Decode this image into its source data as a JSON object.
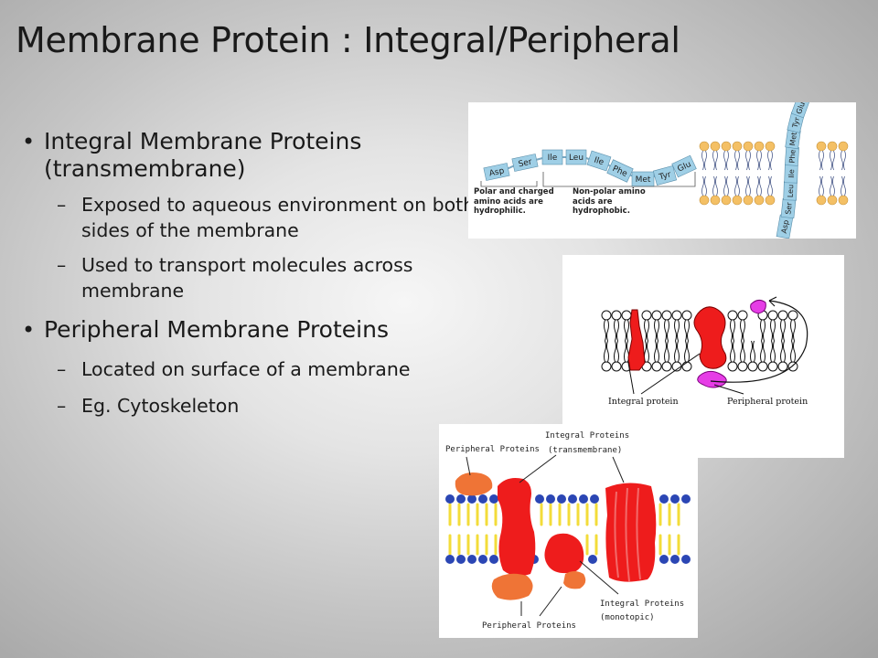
{
  "slide": {
    "title": "Membrane Protein : Integral/Peripheral",
    "bullets": {
      "integral": {
        "text": "Integral Membrane Proteins (transmembrane)",
        "sub": [
          "Exposed to aqueous environment on both sides of the membrane",
          "Used to transport molecules across membrane"
        ]
      },
      "peripheral": {
        "text": "Peripheral Membrane Proteins",
        "sub": [
          "Located on surface of a membrane",
          "Eg. Cytoskeleton"
        ]
      }
    },
    "bullet_marks": {
      "main": "•",
      "sub": "–"
    }
  },
  "figure1": {
    "chain": [
      "Asp",
      "Ser",
      "Ile",
      "Leu",
      "Ile",
      "Phe",
      "Met",
      "Tyr",
      "Glu"
    ],
    "polar_caption": "Polar and charged amino acids are hydrophilic.",
    "nonpolar_caption": "Non-polar amino acids are hydrophobic."
  },
  "figure2": {
    "integral_label": "Integral protein",
    "peripheral_label": "Peripheral protein"
  },
  "figure3": {
    "peripheral_top": "Peripheral Proteins",
    "integral_trans": "Integral Proteins (transmembrane)",
    "peripheral_bottom": "Peripheral Proteins",
    "integral_mono": "Integral Proteins (monotopic)"
  },
  "colors": {
    "chain_box": "#9fcfe6",
    "phospholipid_head": "#f4c065",
    "protein_red": "#ee1c1c",
    "peripheral_orange": "#ef7436",
    "head_blue": "#2b46b4",
    "tail_yellow": "#f3dc3a",
    "magenta": "#e63de6"
  }
}
